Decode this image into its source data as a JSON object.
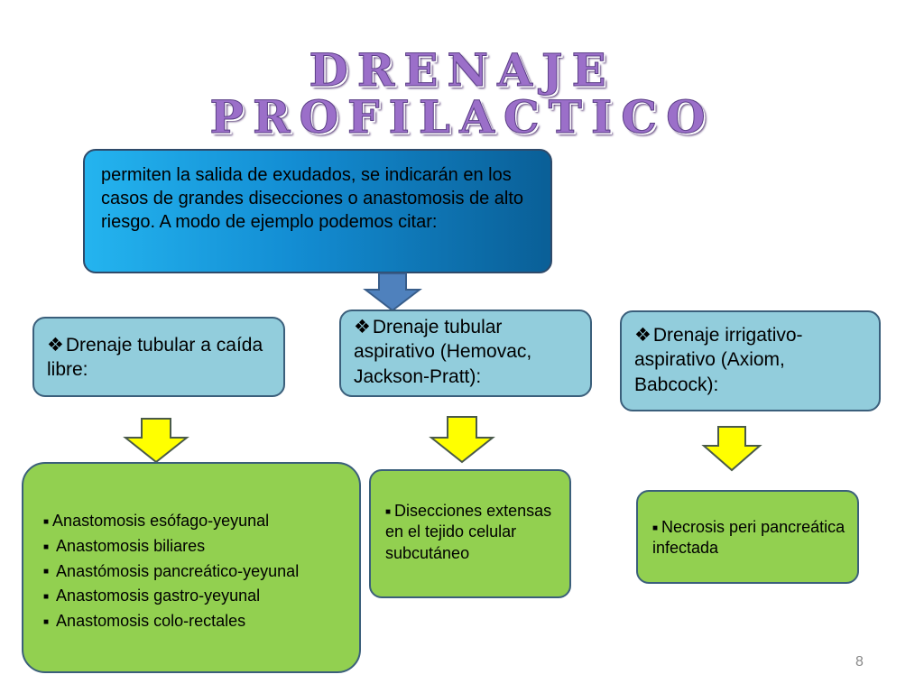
{
  "title": {
    "line1": "DRENAJE",
    "line2": "PROFILACTICO"
  },
  "intro": "permiten la salida de exudados, se indicarán en los casos de grandes disecciones o anastomosis de alto riesgo. A modo de ejemplo podemos citar:",
  "bullet_diamond": "❖",
  "bullet_square": "■",
  "categories": [
    {
      "label": "Drenaje tubular a caída libre:"
    },
    {
      "label": "Drenaje tubular aspirativo (Hemovac, Jackson-Pratt):"
    },
    {
      "label": "Drenaje irrigativo-aspirativo (Axiom, Babcock):"
    }
  ],
  "details": {
    "tubular_caida_libre": [
      "Anastomosis esófago-yeyunal",
      " Anastomosis biliares",
      " Anastómosis pancreático-yeyunal",
      " Anastomosis gastro-yeyunal",
      " Anastomosis colo-rectales"
    ],
    "tubular_aspirativo": "Disecciones extensas en el tejido celular subcutáneo",
    "irrigativo_aspirativo": "Necrosis peri pancreática infectada"
  },
  "colors": {
    "title": "#9b6fc9",
    "intro_box": "#138dd3",
    "category_box": "#92cddc",
    "detail_box": "#92d050",
    "arrow_blue": "#4f81bd",
    "arrow_yellow": "#ffff00"
  },
  "page_number": "8"
}
